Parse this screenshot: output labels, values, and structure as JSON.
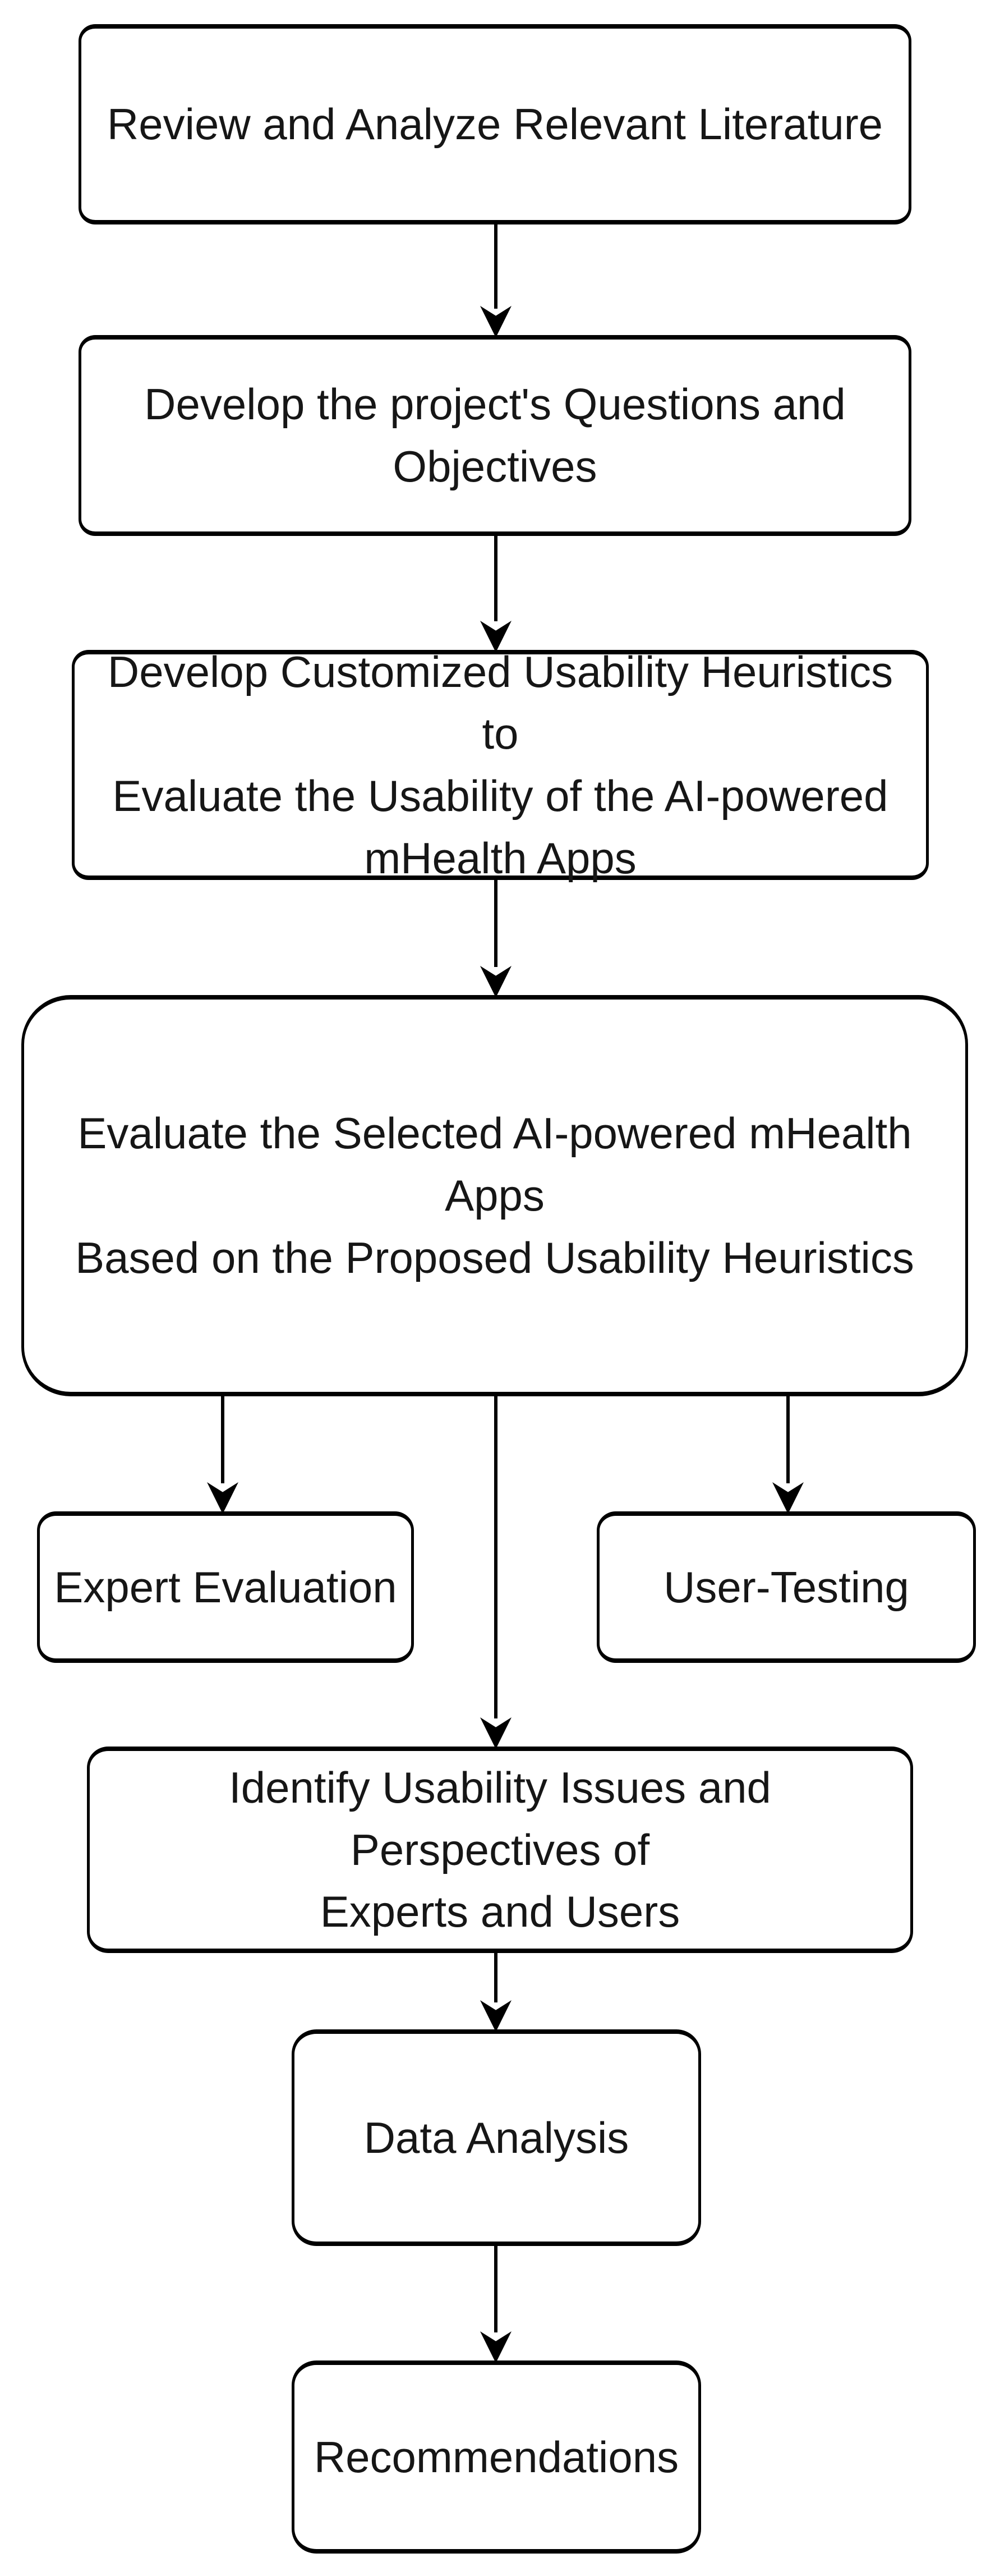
{
  "diagram": {
    "type": "flowchart",
    "background_color": "#ffffff",
    "stroke_color": "#000000",
    "text_color": "#161616",
    "nodes": [
      {
        "id": "literature",
        "label": "Review and Analyze Relevant Literature"
      },
      {
        "id": "questions",
        "label": "Develop the project's Questions and\nObjectives"
      },
      {
        "id": "heuristics",
        "label": "Develop Customized Usability Heuristics to\nEvaluate the Usability of the AI-powered\nmHealth Apps"
      },
      {
        "id": "evaluate",
        "label": "Evaluate the Selected AI-powered mHealth Apps\nBased on the Proposed Usability Heuristics"
      },
      {
        "id": "expert",
        "label": "Expert Evaluation"
      },
      {
        "id": "usertesting",
        "label": "User-Testing"
      },
      {
        "id": "identify",
        "label": "Identify Usability Issues and Perspectives of\nExperts and Users"
      },
      {
        "id": "dataanalysis",
        "label": "Data Analysis"
      },
      {
        "id": "recommendations",
        "label": "Recommendations"
      }
    ],
    "edges": [
      {
        "from": "literature",
        "to": "questions"
      },
      {
        "from": "questions",
        "to": "heuristics"
      },
      {
        "from": "heuristics",
        "to": "evaluate"
      },
      {
        "from": "evaluate",
        "to": "expert"
      },
      {
        "from": "evaluate",
        "to": "usertesting"
      },
      {
        "from": "evaluate",
        "to": "identify"
      },
      {
        "from": "identify",
        "to": "dataanalysis"
      },
      {
        "from": "dataanalysis",
        "to": "recommendations"
      }
    ]
  }
}
